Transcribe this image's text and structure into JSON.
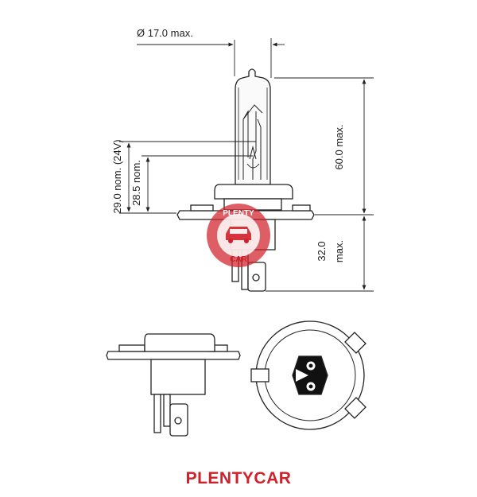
{
  "dimensions": {
    "diameter_label": "Ø 17.0 max.",
    "total_length_label": "60.0 max.",
    "nom_24v_label": "29.0 nom. (24V)",
    "nom_label": "28.5 nom.",
    "base_length_label": "32.0",
    "base_length_unit": "max."
  },
  "watermark": {
    "top_text": "PLENTY",
    "bottom_text": "CAR",
    "color": "#d0202a"
  },
  "footer": {
    "brand": "PLENTYCAR"
  },
  "colors": {
    "line": "#222222",
    "brand": "#d0202a"
  }
}
